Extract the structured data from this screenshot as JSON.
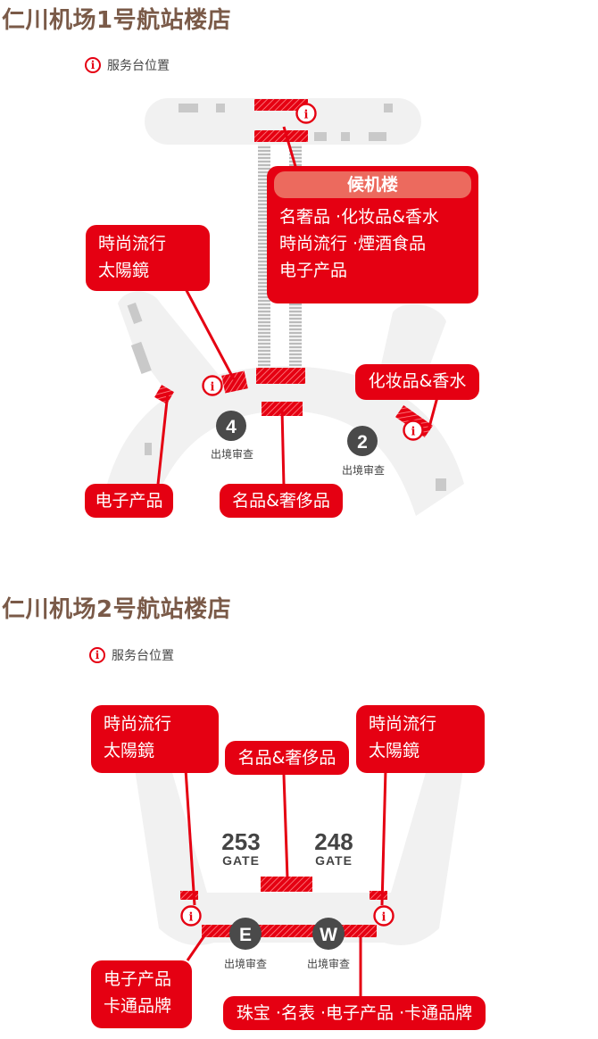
{
  "terminal1": {
    "title": "仁川机场1号航站楼店",
    "legend": {
      "icon": "info-icon",
      "glyph": "i",
      "label": "服务台位置"
    },
    "main_panel": {
      "heading": "候机楼",
      "lines": [
        "名奢品 ·化妆品&香水",
        "時尚流行 ·煙酒食品",
        "电子产品"
      ]
    },
    "callouts": {
      "fashion": [
        "時尚流行",
        "太陽鏡"
      ],
      "cosmetics": "化妆品&香水",
      "electronics": "电子产品",
      "luxury": "名品&奢侈品"
    },
    "exits": [
      {
        "number": "4",
        "label": "出境审查"
      },
      {
        "number": "2",
        "label": "出境审查"
      }
    ]
  },
  "terminal2": {
    "title": "仁川机场2号航站楼店",
    "legend": {
      "icon": "info-icon",
      "glyph": "i",
      "label": "服务台位置"
    },
    "callouts": {
      "fashion_left": [
        "時尚流行",
        "太陽鏡"
      ],
      "luxury": "名品&奢侈品",
      "fashion_right": [
        "時尚流行",
        "太陽鏡"
      ],
      "electronics": [
        "电子产品",
        "卡通品牌"
      ],
      "bottom_right": "珠宝 ·名表 ·电子产品 ·卡通品牌"
    },
    "gates": [
      {
        "number": "253",
        "word": "GATE"
      },
      {
        "number": "248",
        "word": "GATE"
      }
    ],
    "exits": [
      {
        "letter": "E",
        "label": "出境审查"
      },
      {
        "letter": "W",
        "label": "出境审查"
      }
    ]
  },
  "colors": {
    "accent_red": "#e50012",
    "panel_heading": "#ec6a5e",
    "title_brown": "#7a5a48",
    "terminal_fill": "#f1f1f1",
    "block_gray": "#c9c9c9",
    "exit_circle": "#4a4a4a"
  }
}
